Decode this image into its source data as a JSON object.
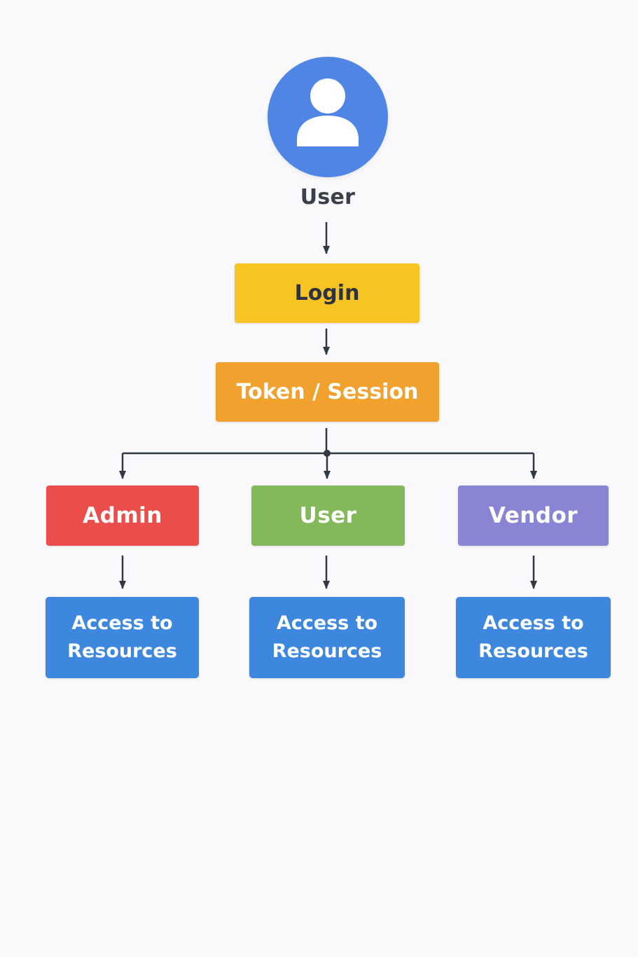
{
  "colors": {
    "avatar": "#4f86e6",
    "login": "#f8c424",
    "login_text": "#2d3440",
    "token": "#f0a12e",
    "admin": "#eb4e4a",
    "user_role": "#83b95a",
    "vendor": "#8a84d5",
    "access": "#3d87de",
    "connector": "#323744",
    "light_text": "#ffffff"
  },
  "icons": {
    "avatar": "user-avatar-icon"
  },
  "user": {
    "label": "User"
  },
  "login": {
    "label": "Login"
  },
  "token": {
    "label": "Token / Session"
  },
  "roles": {
    "admin": {
      "label": "Admin",
      "access": "Access to Resources"
    },
    "user": {
      "label": "User",
      "access": "Access to Resources"
    },
    "vendor": {
      "label": "Vendor",
      "access": "Access to Resources"
    }
  }
}
